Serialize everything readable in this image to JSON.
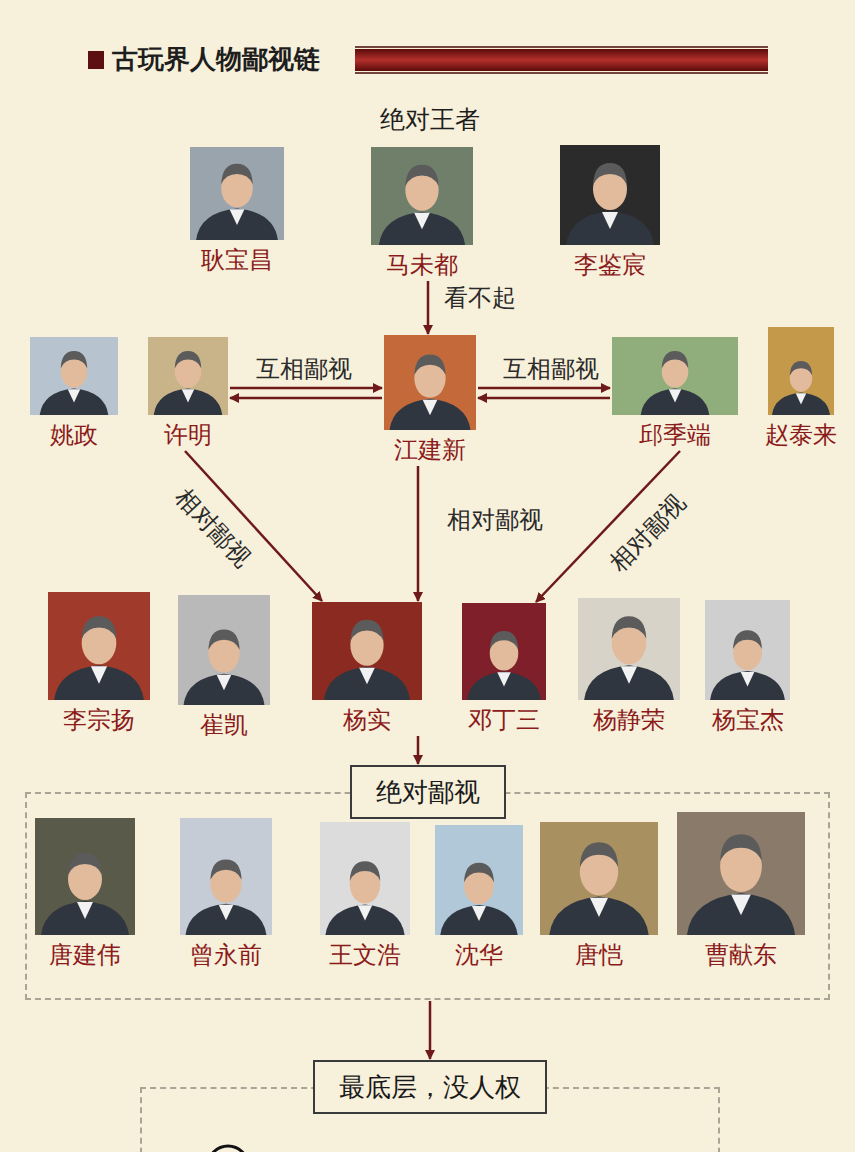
{
  "diagram": {
    "title": "古玩界人物鄙视链",
    "nodes": [
      {
        "text": [
          "耿宝昌"
        ]
      },
      {
        "text": [
          "马未都"
        ]
      },
      {
        "text": [
          "李鉴宸"
        ]
      },
      {
        "text": [
          "姚政"
        ]
      },
      {
        "text": [
          "许明"
        ]
      },
      {
        "text": [
          "江建新"
        ]
      },
      {
        "text": [
          "邱季端"
        ]
      },
      {
        "text": [
          "赵泰来"
        ]
      },
      {
        "text": [
          "李宗扬"
        ]
      },
      {
        "text": [
          "崔凯"
        ]
      },
      {
        "text": [
          "杨实"
        ]
      },
      {
        "text": [
          "邓丁三"
        ]
      },
      {
        "text": [
          "杨静荣"
        ]
      },
      {
        "text": [
          "杨宝杰"
        ]
      },
      {
        "text": [
          "绝对鄙视"
        ]
      },
      {
        "text": [
          "唐建伟"
        ],
        "in": 14
      },
      {
        "text": [
          "曾永前"
        ],
        "in": 14
      },
      {
        "text": [
          "王文浩"
        ],
        "in": 14
      },
      {
        "text": [
          "沈华"
        ],
        "in": 14
      },
      {
        "text": [
          "唐恺"
        ],
        "in": 14
      },
      {
        "text": [
          "曹献东"
        ],
        "in": 14
      },
      {
        "text": [
          "最底层，没人权"
        ]
      }
    ],
    "edges": [
      {
        "from": 1,
        "to": 5,
        "arrow": "to",
        "label": "看不起"
      },
      {
        "from": 4,
        "to": 5,
        "arrow": "both",
        "label": "互相鄙视"
      },
      {
        "from": 5,
        "to": 6,
        "arrow": "both",
        "label": "互相鄙视"
      },
      {
        "from": 4,
        "to": 10,
        "arrow": "to",
        "label": "相对鄙视"
      },
      {
        "from": 5,
        "to": 10,
        "arrow": "to",
        "label": "相对鄙视"
      },
      {
        "from": 6,
        "to": 11,
        "arrow": "to",
        "label": "相对鄙视"
      },
      {
        "from": 10,
        "to": 14,
        "arrow": "to"
      },
      {
        "from": 14,
        "to": 21,
        "arrow": "to"
      }
    ],
    "labels": [
      "绝对王者"
    ]
  }
}
